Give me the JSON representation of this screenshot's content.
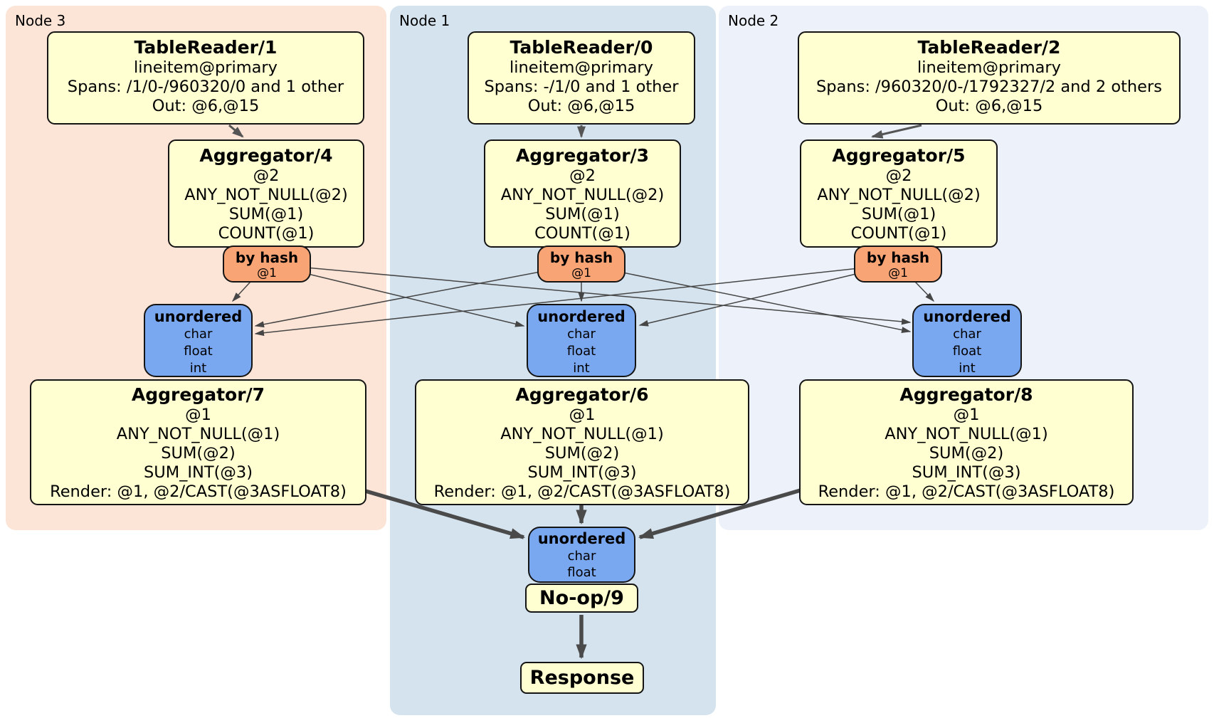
{
  "diagram": {
    "groups": {
      "node3": {
        "label": "Node 3"
      },
      "node1": {
        "label": "Node 1"
      },
      "node2": {
        "label": "Node 2"
      }
    },
    "processors": {
      "tr1": {
        "title": "TableReader/1",
        "lines": [
          "lineitem@primary",
          "Spans: /1/0-/960320/0 and 1 other",
          "Out: @6,@15"
        ]
      },
      "tr0": {
        "title": "TableReader/0",
        "lines": [
          "lineitem@primary",
          "Spans: -/1/0 and 1 other",
          "Out: @6,@15"
        ]
      },
      "tr2": {
        "title": "TableReader/2",
        "lines": [
          "lineitem@primary",
          "Spans: /960320/0-/1792327/2 and 2 others",
          "Out: @6,@15"
        ]
      },
      "agg4": {
        "title": "Aggregator/4",
        "lines": [
          "@2",
          "ANY_NOT_NULL(@2)",
          "SUM(@1)",
          "COUNT(@1)"
        ]
      },
      "agg3": {
        "title": "Aggregator/3",
        "lines": [
          "@2",
          "ANY_NOT_NULL(@2)",
          "SUM(@1)",
          "COUNT(@1)"
        ]
      },
      "agg5": {
        "title": "Aggregator/5",
        "lines": [
          "@2",
          "ANY_NOT_NULL(@2)",
          "SUM(@1)",
          "COUNT(@1)"
        ]
      },
      "agg7": {
        "title": "Aggregator/7",
        "lines": [
          "@1",
          "ANY_NOT_NULL(@1)",
          "SUM(@2)",
          "SUM_INT(@3)",
          "Render: @1, @2/CAST(@3ASFLOAT8)"
        ]
      },
      "agg6": {
        "title": "Aggregator/6",
        "lines": [
          "@1",
          "ANY_NOT_NULL(@1)",
          "SUM(@2)",
          "SUM_INT(@3)",
          "Render: @1, @2/CAST(@3ASFLOAT8)"
        ]
      },
      "agg8": {
        "title": "Aggregator/8",
        "lines": [
          "@1",
          "ANY_NOT_NULL(@1)",
          "SUM(@2)",
          "SUM_INT(@3)",
          "Render: @1, @2/CAST(@3ASFLOAT8)"
        ]
      },
      "noop": {
        "title": "No-op/9"
      },
      "response": {
        "title": "Response"
      }
    },
    "routers": {
      "hash3": {
        "title": "by hash",
        "detail": "@1"
      },
      "hash1": {
        "title": "by hash",
        "detail": "@1"
      },
      "hash2": {
        "title": "by hash",
        "detail": "@1"
      }
    },
    "syncs": {
      "un3": {
        "title": "unordered",
        "lines": [
          "char",
          "float",
          "int"
        ]
      },
      "un1": {
        "title": "unordered",
        "lines": [
          "char",
          "float",
          "int"
        ]
      },
      "un2": {
        "title": "unordered",
        "lines": [
          "char",
          "float",
          "int"
        ]
      },
      "unfinal": {
        "title": "unordered",
        "lines": [
          "char",
          "float"
        ]
      }
    },
    "colors": {
      "node3_bg": "#fce4d6",
      "node1_bg": "#d5e3ee",
      "node2_bg": "#ecf1fa",
      "processor_bg": "#ffffd2",
      "router_bg": "#f9a474",
      "sync_bg": "#79a7f0",
      "edge": "#4a4a4a"
    }
  }
}
